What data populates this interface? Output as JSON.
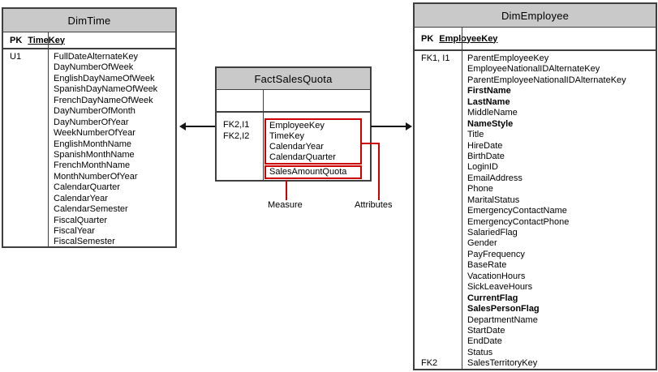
{
  "colors": {
    "background": "#ffffff",
    "header_fill": "#c9c9c9",
    "border": "#3f3f3f",
    "highlight_red": "#cc0000",
    "text": "#000000"
  },
  "tables": {
    "dim_time": {
      "title": "DimTime",
      "pk_label": "PK",
      "pk_field": "TimeKey",
      "rows": [
        {
          "marker": "U1",
          "name": "FullDateAlternateKey"
        },
        {
          "marker": "",
          "name": "DayNumberOfWeek"
        },
        {
          "marker": "",
          "name": "EnglishDayNameOfWeek"
        },
        {
          "marker": "",
          "name": "SpanishDayNameOfWeek"
        },
        {
          "marker": "",
          "name": "FrenchDayNameOfWeek"
        },
        {
          "marker": "",
          "name": "DayNumberOfMonth"
        },
        {
          "marker": "",
          "name": "DayNumberOfYear"
        },
        {
          "marker": "",
          "name": "WeekNumberOfYear"
        },
        {
          "marker": "",
          "name": "EnglishMonthName"
        },
        {
          "marker": "",
          "name": "SpanishMonthName"
        },
        {
          "marker": "",
          "name": "FrenchMonthName"
        },
        {
          "marker": "",
          "name": "MonthNumberOfYear"
        },
        {
          "marker": "",
          "name": "CalendarQuarter"
        },
        {
          "marker": "",
          "name": "CalendarYear"
        },
        {
          "marker": "",
          "name": "CalendarSemester"
        },
        {
          "marker": "",
          "name": "FiscalQuarter"
        },
        {
          "marker": "",
          "name": "FiscalYear"
        },
        {
          "marker": "",
          "name": "FiscalSemester"
        }
      ]
    },
    "fact_sales_quota": {
      "title": "FactSalesQuota",
      "markers": [
        "FK2,I1",
        "FK2,I2"
      ],
      "attributes": [
        "EmployeeKey",
        "TimeKey",
        "CalendarYear",
        "CalendarQuarter"
      ],
      "measure": "SalesAmountQuota"
    },
    "dim_employee": {
      "title": "DimEmployee",
      "pk_label": "PK",
      "pk_field": "EmployeeKey",
      "rows": [
        {
          "marker": "FK1, I1",
          "name": "ParentEmployeeKey"
        },
        {
          "marker": "",
          "name": "EmployeeNationalIDAlternateKey"
        },
        {
          "marker": "",
          "name": "ParentEmployeeNationalIDAlternateKey"
        },
        {
          "marker": "",
          "name": "FirstName",
          "bold": true
        },
        {
          "marker": "",
          "name": "LastName",
          "bold": true
        },
        {
          "marker": "",
          "name": "MiddleName"
        },
        {
          "marker": "",
          "name": "NameStyle",
          "bold": true
        },
        {
          "marker": "",
          "name": "Title"
        },
        {
          "marker": "",
          "name": "HireDate"
        },
        {
          "marker": "",
          "name": "BirthDate"
        },
        {
          "marker": "",
          "name": "LoginID"
        },
        {
          "marker": "",
          "name": "EmailAddress"
        },
        {
          "marker": "",
          "name": "Phone"
        },
        {
          "marker": "",
          "name": "MaritalStatus"
        },
        {
          "marker": "",
          "name": "EmergencyContactName"
        },
        {
          "marker": "",
          "name": "EmergencyContactPhone"
        },
        {
          "marker": "",
          "name": "SalariedFlag"
        },
        {
          "marker": "",
          "name": "Gender"
        },
        {
          "marker": "",
          "name": "PayFrequency"
        },
        {
          "marker": "",
          "name": "BaseRate"
        },
        {
          "marker": "",
          "name": "VacationHours"
        },
        {
          "marker": "",
          "name": "SickLeaveHours"
        },
        {
          "marker": "",
          "name": "CurrentFlag",
          "bold": true
        },
        {
          "marker": "",
          "name": "SalesPersonFlag",
          "bold": true
        },
        {
          "marker": "",
          "name": "DepartmentName"
        },
        {
          "marker": "",
          "name": "StartDate"
        },
        {
          "marker": "",
          "name": "EndDate"
        },
        {
          "marker": "",
          "name": "Status"
        },
        {
          "marker": "FK2",
          "name": "SalesTerritoryKey"
        }
      ]
    }
  },
  "annotations": {
    "measure_label": "Measure",
    "attributes_label": "Attributes"
  }
}
